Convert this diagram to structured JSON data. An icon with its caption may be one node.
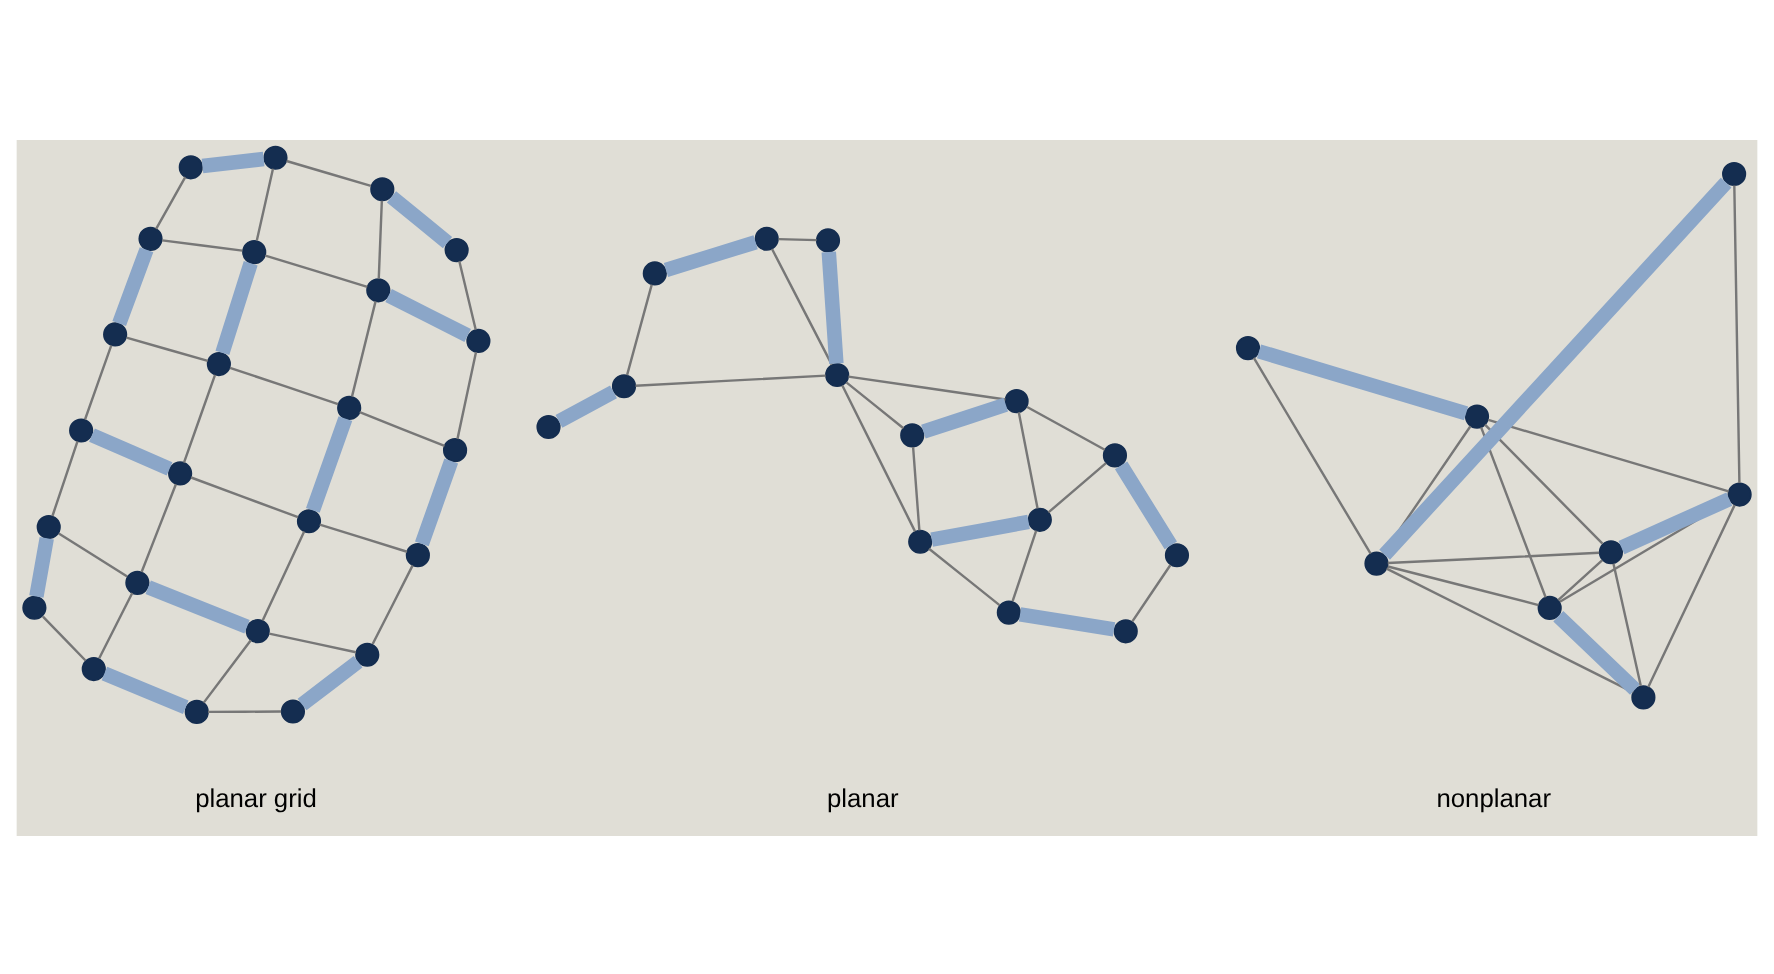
{
  "diagram": {
    "nodes": [
      {
        "text": [],
        "shape": "circle"
      },
      {
        "text": [],
        "shape": "circle"
      },
      {
        "text": [],
        "shape": "circle"
      },
      {
        "text": [],
        "shape": "circle"
      },
      {
        "text": [],
        "shape": "circle"
      },
      {
        "text": [],
        "shape": "circle"
      },
      {
        "text": [],
        "shape": "circle"
      },
      {
        "text": [],
        "shape": "circle"
      },
      {
        "text": [],
        "shape": "circle"
      },
      {
        "text": [],
        "shape": "circle"
      },
      {
        "text": [],
        "shape": "circle"
      },
      {
        "text": [],
        "shape": "circle"
      },
      {
        "text": [],
        "shape": "circle"
      },
      {
        "text": [],
        "shape": "circle"
      },
      {
        "text": [],
        "shape": "circle"
      },
      {
        "text": [],
        "shape": "circle"
      },
      {
        "text": [],
        "shape": "circle"
      },
      {
        "text": [],
        "shape": "circle"
      },
      {
        "text": [],
        "shape": "circle"
      },
      {
        "text": [],
        "shape": "circle"
      },
      {
        "text": [],
        "shape": "circle"
      },
      {
        "text": [],
        "shape": "circle"
      },
      {
        "text": [],
        "shape": "circle"
      },
      {
        "text": [],
        "shape": "circle"
      },
      {
        "text": [],
        "shape": "circle"
      },
      {
        "text": [],
        "shape": "circle"
      },
      {
        "text": [],
        "shape": "circle"
      },
      {
        "text": [],
        "shape": "circle"
      },
      {
        "text": [],
        "shape": "circle"
      },
      {
        "text": [],
        "shape": "circle"
      },
      {
        "text": [],
        "shape": "circle"
      },
      {
        "text": [],
        "shape": "circle"
      },
      {
        "text": [],
        "shape": "circle"
      },
      {
        "text": [],
        "shape": "circle"
      },
      {
        "text": [],
        "shape": "circle"
      },
      {
        "text": [],
        "shape": "circle"
      },
      {
        "text": [],
        "shape": "circle"
      },
      {
        "text": [],
        "shape": "circle"
      },
      {
        "text": [],
        "shape": "circle"
      },
      {
        "text": [],
        "shape": "circle"
      },
      {
        "text": [],
        "shape": "circle"
      },
      {
        "text": [],
        "shape": "circle"
      },
      {
        "text": [],
        "shape": "circle"
      },
      {
        "text": [],
        "shape": "circle"
      },
      {
        "text": [],
        "shape": "circle"
      },
      {
        "text": [],
        "shape": "circle"
      }
    ],
    "edges": [
      {
        "from": 0,
        "to": 1,
        "arrow": "none"
      },
      {
        "from": 1,
        "to": 2,
        "arrow": "none",
        "style": "thick",
        "color": "#8ba6c8"
      },
      {
        "from": 2,
        "to": 3,
        "arrow": "none"
      },
      {
        "from": 0,
        "to": 4,
        "arrow": "none",
        "style": "thick",
        "color": "#8ba6c8"
      },
      {
        "from": 1,
        "to": 5,
        "arrow": "none"
      },
      {
        "from": 2,
        "to": 6,
        "arrow": "none"
      },
      {
        "from": 3,
        "to": 7,
        "arrow": "none",
        "style": "thick",
        "color": "#8ba6c8"
      },
      {
        "from": 4,
        "to": 5,
        "arrow": "none"
      },
      {
        "from": 5,
        "to": 6,
        "arrow": "none",
        "style": "thick",
        "color": "#8ba6c8"
      },
      {
        "from": 6,
        "to": 7,
        "arrow": "none"
      },
      {
        "from": 4,
        "to": 8,
        "arrow": "none"
      },
      {
        "from": 5,
        "to": 9,
        "arrow": "none"
      },
      {
        "from": 6,
        "to": 10,
        "arrow": "none"
      },
      {
        "from": 7,
        "to": 11,
        "arrow": "none"
      },
      {
        "from": 8,
        "to": 9,
        "arrow": "none"
      },
      {
        "from": 9,
        "to": 10,
        "arrow": "none"
      },
      {
        "from": 10,
        "to": 11,
        "arrow": "none",
        "style": "thick",
        "color": "#8ba6c8"
      },
      {
        "from": 8,
        "to": 12,
        "arrow": "none",
        "style": "thick",
        "color": "#8ba6c8"
      },
      {
        "from": 9,
        "to": 13,
        "arrow": "none",
        "style": "thick",
        "color": "#8ba6c8"
      },
      {
        "from": 10,
        "to": 14,
        "arrow": "none"
      },
      {
        "from": 11,
        "to": 15,
        "arrow": "none"
      },
      {
        "from": 12,
        "to": 13,
        "arrow": "none"
      },
      {
        "from": 13,
        "to": 14,
        "arrow": "none"
      },
      {
        "from": 14,
        "to": 15,
        "arrow": "none"
      },
      {
        "from": 12,
        "to": 16,
        "arrow": "none"
      },
      {
        "from": 13,
        "to": 17,
        "arrow": "none"
      },
      {
        "from": 14,
        "to": 18,
        "arrow": "none",
        "style": "thick",
        "color": "#8ba6c8"
      },
      {
        "from": 15,
        "to": 19,
        "arrow": "none",
        "style": "thick",
        "color": "#8ba6c8"
      },
      {
        "from": 16,
        "to": 17,
        "arrow": "none",
        "style": "thick",
        "color": "#8ba6c8"
      },
      {
        "from": 17,
        "to": 18,
        "arrow": "none"
      },
      {
        "from": 18,
        "to": 19,
        "arrow": "none"
      },
      {
        "from": 16,
        "to": 20,
        "arrow": "none"
      },
      {
        "from": 17,
        "to": 21,
        "arrow": "none"
      },
      {
        "from": 18,
        "to": 22,
        "arrow": "none"
      },
      {
        "from": 19,
        "to": 23,
        "arrow": "none"
      },
      {
        "from": 20,
        "to": 21,
        "arrow": "none",
        "style": "thick",
        "color": "#8ba6c8"
      },
      {
        "from": 21,
        "to": 22,
        "arrow": "none"
      },
      {
        "from": 22,
        "to": 23,
        "arrow": "none",
        "style": "thick",
        "color": "#8ba6c8"
      },
      {
        "from": 24,
        "to": 25,
        "arrow": "none",
        "style": "thick",
        "color": "#8ba6c8"
      },
      {
        "from": 24,
        "to": 26,
        "arrow": "none"
      },
      {
        "from": 26,
        "to": 27,
        "arrow": "none",
        "style": "thick",
        "color": "#8ba6c8"
      },
      {
        "from": 25,
        "to": 28,
        "arrow": "none"
      },
      {
        "from": 25,
        "to": 29,
        "arrow": "none"
      },
      {
        "from": 28,
        "to": 29,
        "arrow": "none",
        "style": "thick",
        "color": "#8ba6c8"
      },
      {
        "from": 26,
        "to": 29,
        "arrow": "none"
      },
      {
        "from": 29,
        "to": 30,
        "arrow": "none"
      },
      {
        "from": 29,
        "to": 31,
        "arrow": "none"
      },
      {
        "from": 29,
        "to": 32,
        "arrow": "none"
      },
      {
        "from": 30,
        "to": 31,
        "arrow": "none"
      },
      {
        "from": 31,
        "to": 32,
        "arrow": "none",
        "style": "thick",
        "color": "#8ba6c8"
      },
      {
        "from": 30,
        "to": 33,
        "arrow": "none"
      },
      {
        "from": 30,
        "to": 34,
        "arrow": "none",
        "style": "thick",
        "color": "#8ba6c8"
      },
      {
        "from": 33,
        "to": 34,
        "arrow": "none"
      },
      {
        "from": 34,
        "to": 35,
        "arrow": "none"
      },
      {
        "from": 34,
        "to": 32,
        "arrow": "none"
      },
      {
        "from": 32,
        "to": 35,
        "arrow": "none"
      },
      {
        "from": 33,
        "to": 36,
        "arrow": "none",
        "style": "thick",
        "color": "#8ba6c8"
      },
      {
        "from": 35,
        "to": 37,
        "arrow": "none",
        "style": "thick",
        "color": "#8ba6c8"
      },
      {
        "from": 36,
        "to": 37,
        "arrow": "none"
      },
      {
        "from": 38,
        "to": 39,
        "arrow": "none",
        "style": "thick",
        "color": "#8ba6c8"
      },
      {
        "from": 38,
        "to": 40,
        "arrow": "none"
      },
      {
        "from": 39,
        "to": 40,
        "arrow": "none"
      },
      {
        "from": 39,
        "to": 41,
        "arrow": "none"
      },
      {
        "from": 39,
        "to": 42,
        "arrow": "none"
      },
      {
        "from": 39,
        "to": 45,
        "arrow": "none"
      },
      {
        "from": 40,
        "to": 41,
        "arrow": "none"
      },
      {
        "from": 40,
        "to": 42,
        "arrow": "none"
      },
      {
        "from": 40,
        "to": 44,
        "arrow": "none"
      },
      {
        "from": 40,
        "to": 43,
        "arrow": "none",
        "style": "thick",
        "color": "#8ba6c8"
      },
      {
        "from": 41,
        "to": 42,
        "arrow": "none"
      },
      {
        "from": 41,
        "to": 44,
        "arrow": "none",
        "style": "thick",
        "color": "#8ba6c8"
      },
      {
        "from": 41,
        "to": 45,
        "arrow": "none"
      },
      {
        "from": 42,
        "to": 44,
        "arrow": "none"
      },
      {
        "from": 42,
        "to": 45,
        "arrow": "none",
        "style": "thick",
        "color": "#8ba6c8"
      },
      {
        "from": 43,
        "to": 45,
        "arrow": "none"
      },
      {
        "from": 44,
        "to": 45,
        "arrow": "none"
      }
    ],
    "labels": [
      "planar grid",
      "planar",
      "nonplanar"
    ]
  }
}
